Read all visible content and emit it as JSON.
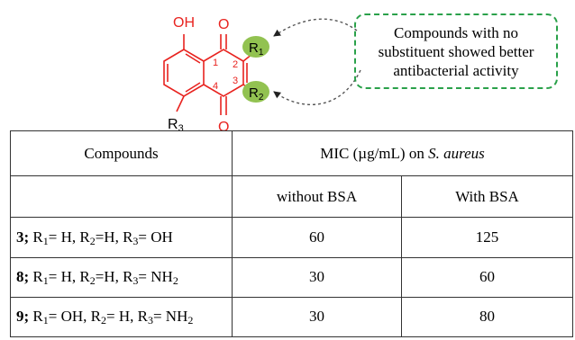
{
  "structure": {
    "oh_label": "OH",
    "o_top": "O",
    "o_bottom": "O",
    "r3_label": "R",
    "r3_sub": "3",
    "pos1": "1",
    "pos2": "2",
    "pos3": "3",
    "pos4": "4",
    "r1": {
      "label": "R",
      "sub": "1"
    },
    "r2": {
      "label": "R",
      "sub": "2"
    },
    "colors": {
      "bond": "#e8231f",
      "bubble": "#92c251",
      "dashed_arrow": "#555555",
      "callout_border": "#2aa14a"
    }
  },
  "callout": {
    "lines": [
      "Compounds with no",
      "substituent showed better",
      "antibacterial  activity"
    ]
  },
  "table": {
    "header": {
      "col1": "Compounds",
      "mic_prefix": "MIC (µg/mL)  on ",
      "mic_species": "S. aureus"
    },
    "subheader": {
      "col2": "without BSA",
      "col3": "With BSA"
    },
    "rows": [
      {
        "id": "3;",
        "parts": [
          {
            "t": " R",
            "s": "1"
          },
          {
            "t": "= H, R",
            "s": "2"
          },
          {
            "t": "=H, R",
            "s": "3"
          },
          {
            "t": "= OH",
            "s": ""
          }
        ],
        "without_bsa": "60",
        "with_bsa": "125"
      },
      {
        "id": "8;",
        "parts": [
          {
            "t": " R",
            "s": "1"
          },
          {
            "t": "= H, R",
            "s": "2"
          },
          {
            "t": "=H, R",
            "s": "3"
          },
          {
            "t": "= NH",
            "s": "2"
          }
        ],
        "without_bsa": "30",
        "with_bsa": "60"
      },
      {
        "id": "9;",
        "parts": [
          {
            "t": " R",
            "s": "1"
          },
          {
            "t": "= OH, R",
            "s": "2"
          },
          {
            "t": "= H, R",
            "s": "3"
          },
          {
            "t": "= NH",
            "s": "2"
          }
        ],
        "without_bsa": "30",
        "with_bsa": "80"
      }
    ]
  }
}
